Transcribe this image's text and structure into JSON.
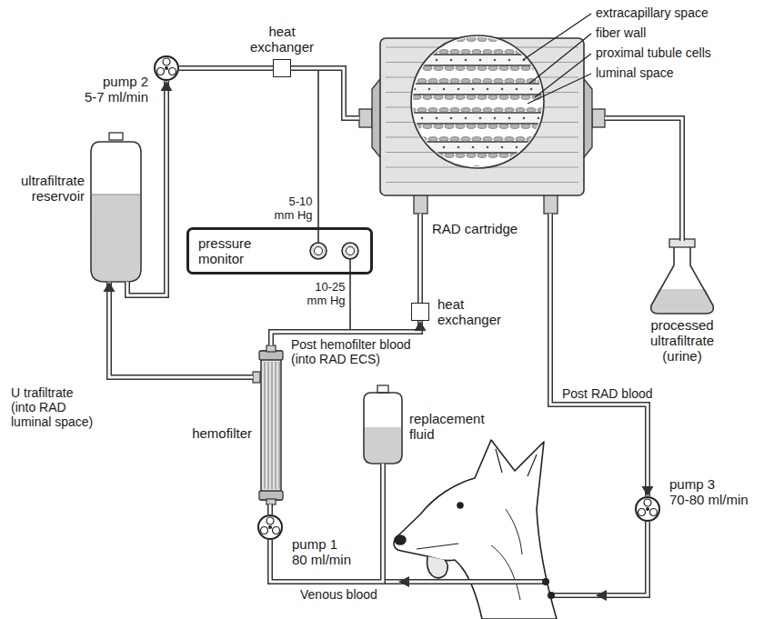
{
  "diagram": {
    "nodes": [
      {
        "text": [
          "pump 2",
          "5-7 ml/min"
        ]
      },
      {
        "text": [
          "heat exchanger"
        ]
      },
      {
        "text": [
          "RAD cartridge"
        ]
      },
      {
        "text": [
          "processed ultrafiltrate (urine)"
        ]
      },
      {
        "text": [
          "ultrafiltrate reservoir"
        ]
      },
      {
        "text": [
          "pressure monitor"
        ]
      },
      {
        "text": [
          "heat exchanger"
        ]
      },
      {
        "text": [
          "hemofilter"
        ]
      },
      {
        "text": [
          "replacement fluid"
        ]
      },
      {
        "text": [
          "pump 1",
          "80 ml/min"
        ]
      },
      {
        "text": [
          "pump 3",
          "70-80 ml/min"
        ]
      }
    ],
    "edges": [
      {
        "from": 4,
        "to": 0,
        "arrow": "to"
      },
      {
        "from": 0,
        "to": 1,
        "arrow": "none"
      },
      {
        "from": 1,
        "to": 2,
        "arrow": "none"
      },
      {
        "from": 2,
        "to": 3,
        "arrow": "none"
      },
      {
        "from": 7,
        "to": 4,
        "arrow": "to",
        "label": "U trafiltrate (into RAD luminal space)"
      },
      {
        "from": 7,
        "to": 6,
        "arrow": "to",
        "label": "Post hemofilter blood (into RAD ECS)"
      },
      {
        "from": 6,
        "to": 2,
        "arrow": "none"
      },
      {
        "from": 2,
        "to": 10,
        "arrow": "to",
        "label": "Post RAD blood"
      },
      {
        "from": 9,
        "to": 7,
        "arrow": "none"
      },
      {
        "from": 8,
        "to": 9,
        "arrow": "none"
      }
    ],
    "labels": [
      "extracapillary space",
      "fiber wall",
      "proximal tubule cells",
      "luminal space",
      "5-10 mm Hg",
      "10-25 mm Hg",
      "Venous blood"
    ]
  }
}
